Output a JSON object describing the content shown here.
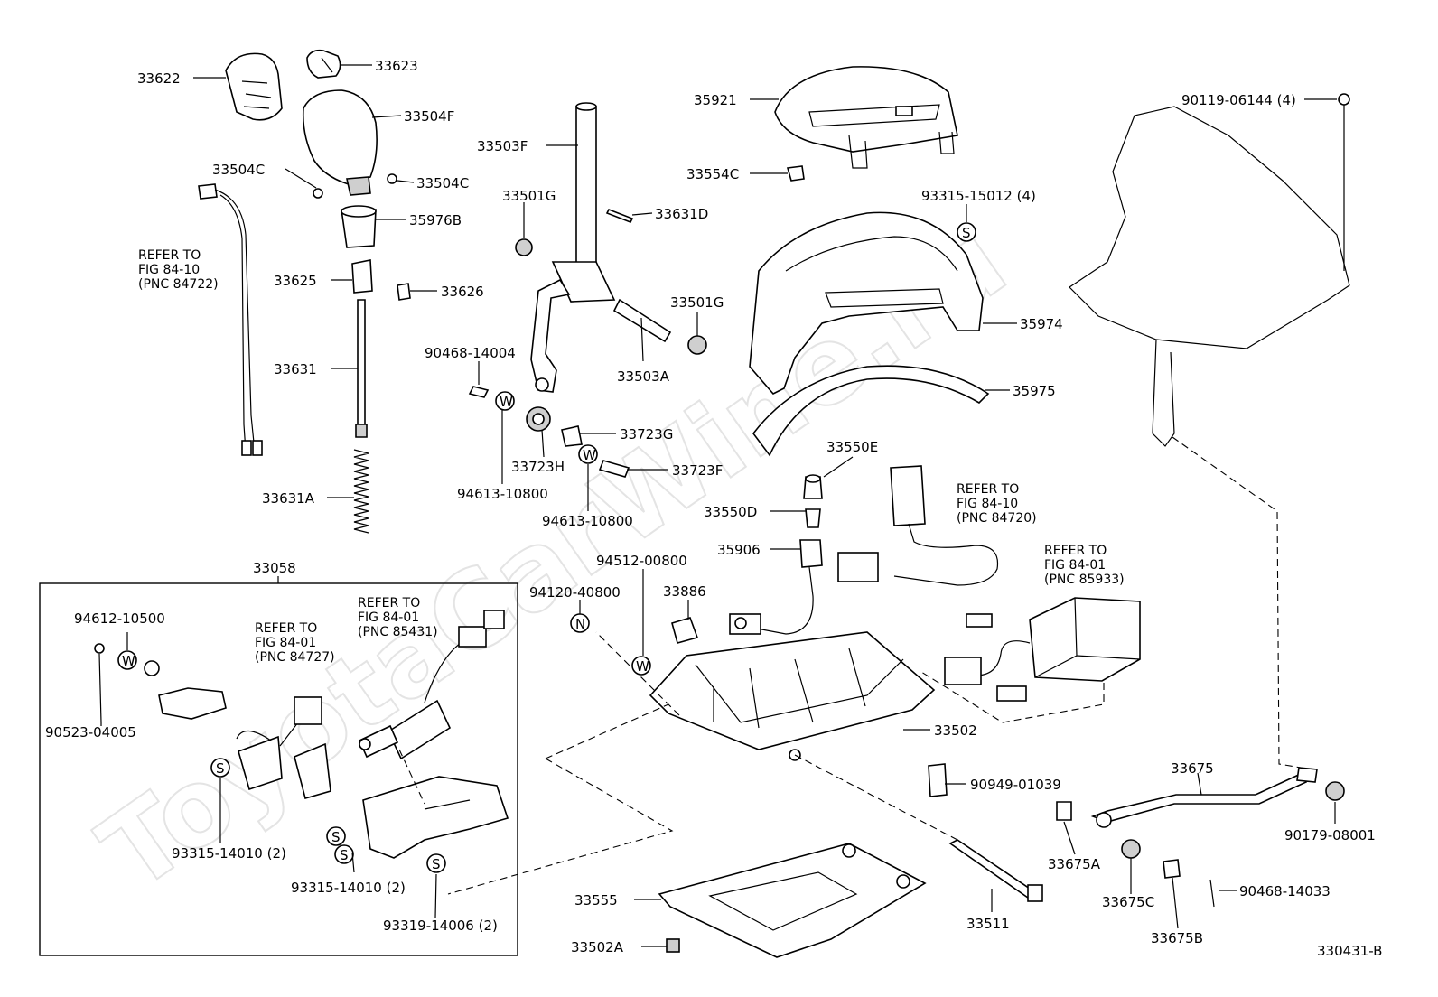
{
  "diagram": {
    "diagram_code": "330431-B",
    "watermark": "ToyotaCarWine.ru",
    "inset_label": "33058",
    "callouts": [
      {
        "id": "c1",
        "text": "33622"
      },
      {
        "id": "c2",
        "text": "33623"
      },
      {
        "id": "c3",
        "text": "33504F"
      },
      {
        "id": "c4",
        "text": "33504C"
      },
      {
        "id": "c5",
        "text": "33504C"
      },
      {
        "id": "c6",
        "text": "35976B"
      },
      {
        "id": "c7",
        "text": "33625"
      },
      {
        "id": "c8",
        "text": "33626"
      },
      {
        "id": "c9",
        "text": "33631"
      },
      {
        "id": "c10",
        "text": "33631A"
      },
      {
        "id": "c11",
        "text": "33503F"
      },
      {
        "id": "c12",
        "text": "33501G"
      },
      {
        "id": "c13",
        "text": "33631D"
      },
      {
        "id": "c14",
        "text": "33501G"
      },
      {
        "id": "c15",
        "text": "90468-14004"
      },
      {
        "id": "c16",
        "text": "33503A"
      },
      {
        "id": "c17",
        "text": "33723G"
      },
      {
        "id": "c18",
        "text": "33723H"
      },
      {
        "id": "c19",
        "text": "33723F"
      },
      {
        "id": "c20",
        "text": "94613-10800"
      },
      {
        "id": "c21",
        "text": "94613-10800"
      },
      {
        "id": "c22",
        "text": "35921"
      },
      {
        "id": "c23",
        "text": "33554C"
      },
      {
        "id": "c24",
        "text": "93315-15012 (4)"
      },
      {
        "id": "c25",
        "text": "35974"
      },
      {
        "id": "c26",
        "text": "35975"
      },
      {
        "id": "c27",
        "text": "33550E"
      },
      {
        "id": "c28",
        "text": "33550D"
      },
      {
        "id": "c29",
        "text": "35906"
      },
      {
        "id": "c30",
        "text": "90119-06144 (4)"
      },
      {
        "id": "c31",
        "text": "94512-00800"
      },
      {
        "id": "c32",
        "text": "94120-40800"
      },
      {
        "id": "c33",
        "text": "33886"
      },
      {
        "id": "c34",
        "text": "33502"
      },
      {
        "id": "c35",
        "text": "90949-01039"
      },
      {
        "id": "c36",
        "text": "33675"
      },
      {
        "id": "c37",
        "text": "33675A"
      },
      {
        "id": "c38",
        "text": "90179-08001"
      },
      {
        "id": "c39",
        "text": "33675C"
      },
      {
        "id": "c40",
        "text": "90468-14033"
      },
      {
        "id": "c41",
        "text": "33675B"
      },
      {
        "id": "c42",
        "text": "33511"
      },
      {
        "id": "c43",
        "text": "33555"
      },
      {
        "id": "c44",
        "text": "33502A"
      },
      {
        "id": "c45",
        "text": "94612-10500"
      },
      {
        "id": "c46",
        "text": "90523-04005"
      },
      {
        "id": "c47",
        "text": "93315-14010 (2)"
      },
      {
        "id": "c48",
        "text": "93315-14010 (2)"
      },
      {
        "id": "c49",
        "text": "93319-14006 (2)"
      }
    ],
    "references": [
      {
        "id": "r1",
        "lines": [
          "REFER TO",
          "FIG 84-10",
          "(PNC 84722)"
        ]
      },
      {
        "id": "r2",
        "lines": [
          "REFER TO",
          "FIG 84-10",
          "(PNC 84720)"
        ]
      },
      {
        "id": "r3",
        "lines": [
          "REFER TO",
          "FIG 84-01",
          "(PNC 85933)"
        ]
      },
      {
        "id": "r4",
        "lines": [
          "REFER TO",
          "FIG 84-01",
          "(PNC 85431)"
        ]
      },
      {
        "id": "r5",
        "lines": [
          "REFER TO",
          "FIG 84-01",
          "(PNC 84727)"
        ]
      }
    ],
    "markers": {
      "s": "S",
      "w": "W",
      "n": "N"
    }
  }
}
